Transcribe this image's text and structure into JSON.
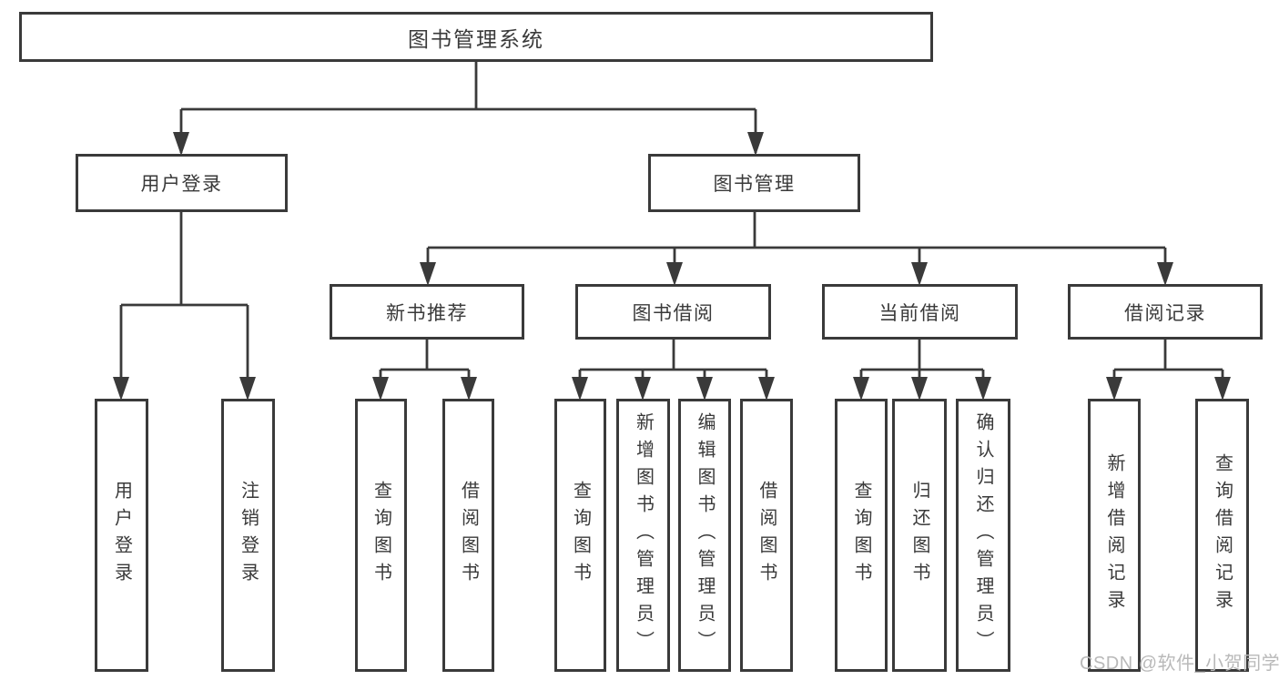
{
  "diagram": {
    "root": {
      "label": "图书管理系统"
    },
    "login": {
      "label": "用户登录",
      "children": [
        {
          "label": "用户登录"
        },
        {
          "label": "注销登录"
        }
      ]
    },
    "management": {
      "label": "图书管理",
      "sections": [
        {
          "label": "新书推荐",
          "children": [
            {
              "label": "查询图书"
            },
            {
              "label": "借阅图书"
            }
          ]
        },
        {
          "label": "图书借阅",
          "children": [
            {
              "label": "查询图书"
            },
            {
              "label": "新增图书（管理员）"
            },
            {
              "label": "编辑图书（管理员）"
            },
            {
              "label": "借阅图书"
            }
          ]
        },
        {
          "label": "当前借阅",
          "children": [
            {
              "label": "查询图书"
            },
            {
              "label": "归还图书"
            },
            {
              "label": "确认归还（管理员）"
            }
          ]
        },
        {
          "label": "借阅记录",
          "children": [
            {
              "label": "新增借阅记录"
            },
            {
              "label": "查询借阅记录"
            }
          ]
        }
      ]
    }
  },
  "watermark": {
    "text": "CSDN @软件_小贺同学"
  },
  "colors": {
    "line": "#3a3a3a",
    "box_border": "#3a3a3a",
    "text": "#3a3a3a",
    "watermark": "#b9b9b9",
    "background": "#ffffff"
  }
}
